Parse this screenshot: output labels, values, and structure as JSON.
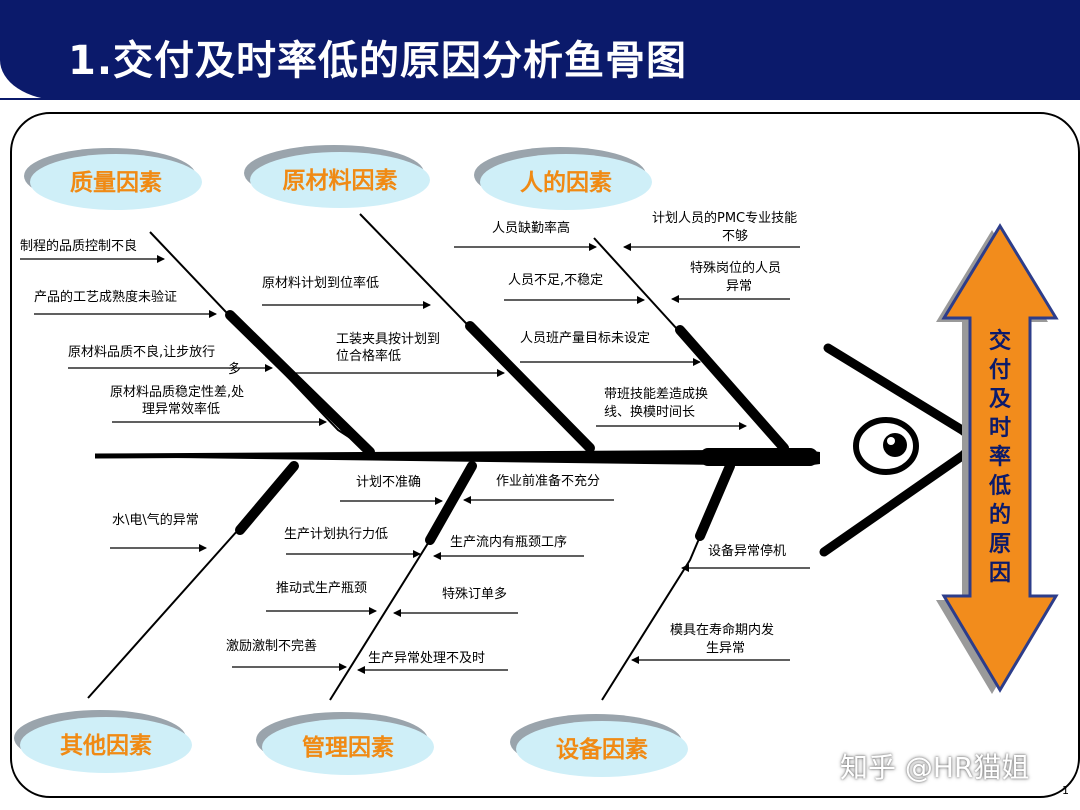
{
  "title": "1.交付及时率低的原因分析鱼骨图",
  "result": [
    "交",
    "付",
    "及",
    "时",
    "率",
    "低",
    "的",
    "原",
    "因"
  ],
  "categories": {
    "quality": "质量因素",
    "material": "原材料因素",
    "people": "人的因素",
    "other": "其他因素",
    "management": "管理因素",
    "equipment": "设备因素"
  },
  "causes": {
    "quality": [
      "制程的品质控制不良",
      "产品的工艺成熟度未验证",
      [
        "原材料品质不良,让步放行",
        "多"
      ],
      [
        "原材料品质稳定性差,处",
        "理异常效率低"
      ]
    ],
    "material": [
      "原材料计划到位率低",
      [
        "工装夹具按计划到",
        "位合格率低"
      ]
    ],
    "people": [
      "人员缺勤率高",
      [
        "计划人员的PMC专业技能",
        "不够"
      ],
      "人员不足,不稳定",
      [
        "特殊岗位的人员",
        "异常"
      ],
      "人员班产量目标未设定",
      [
        "带班技能差造成换",
        "线、换模时间长"
      ]
    ],
    "other": [
      "水\\电\\气的异常"
    ],
    "management": [
      "计划不准确",
      "作业前准备不充分",
      "生产计划执行力低",
      "生产流内有瓶颈工序",
      "推动式生产瓶颈",
      "特殊订单多",
      "激励激制不完善",
      "生产异常处理不及时"
    ],
    "equipment": [
      "设备异常停机",
      [
        "模具在寿命期内发",
        "生异常"
      ]
    ]
  },
  "colors": {
    "title_bg": "#0b1a6b",
    "category_text": "#f08a14",
    "category_ellipse": "#cfeff8",
    "result_arrow": "#f28c1c",
    "result_text": "#0b1a6b"
  },
  "watermark": "知乎 @HR猫姐",
  "page_number": "1"
}
